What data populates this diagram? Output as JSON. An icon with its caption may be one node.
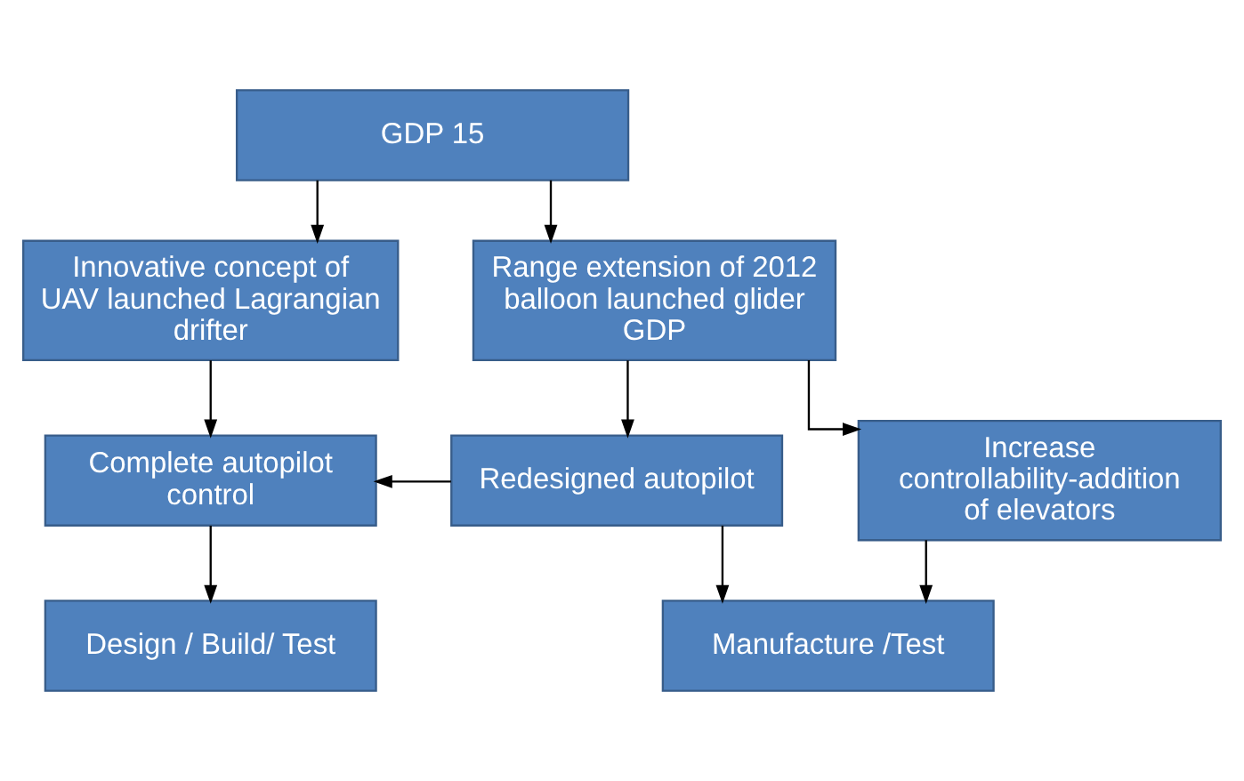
{
  "diagram": {
    "nodes": [
      {
        "text": [
          "GDP 15"
        ]
      },
      {
        "text": [
          "Innovative concept of UAV launched Lagrangian drifter"
        ]
      },
      {
        "text": [
          "Range extension of 2012 balloon launched glider GDP"
        ]
      },
      {
        "text": [
          "Complete autopilot control"
        ]
      },
      {
        "text": [
          "Redesigned autopilot"
        ]
      },
      {
        "text": [
          "Increase controllability-addition of elevators"
        ]
      },
      {
        "text": [
          "Design / Build/ Test"
        ]
      },
      {
        "text": [
          "Manufacture /Test"
        ]
      }
    ],
    "edges": [
      {
        "from": 0,
        "to": 1,
        "arrow": "to"
      },
      {
        "from": 0,
        "to": 2,
        "arrow": "to"
      },
      {
        "from": 1,
        "to": 3,
        "arrow": "to"
      },
      {
        "from": 2,
        "to": 4,
        "arrow": "to"
      },
      {
        "from": 2,
        "to": 5,
        "arrow": "to"
      },
      {
        "from": 4,
        "to": 3,
        "arrow": "to"
      },
      {
        "from": 3,
        "to": 6,
        "arrow": "to"
      },
      {
        "from": 4,
        "to": 7,
        "arrow": "to"
      },
      {
        "from": 5,
        "to": 7,
        "arrow": "to"
      }
    ]
  }
}
